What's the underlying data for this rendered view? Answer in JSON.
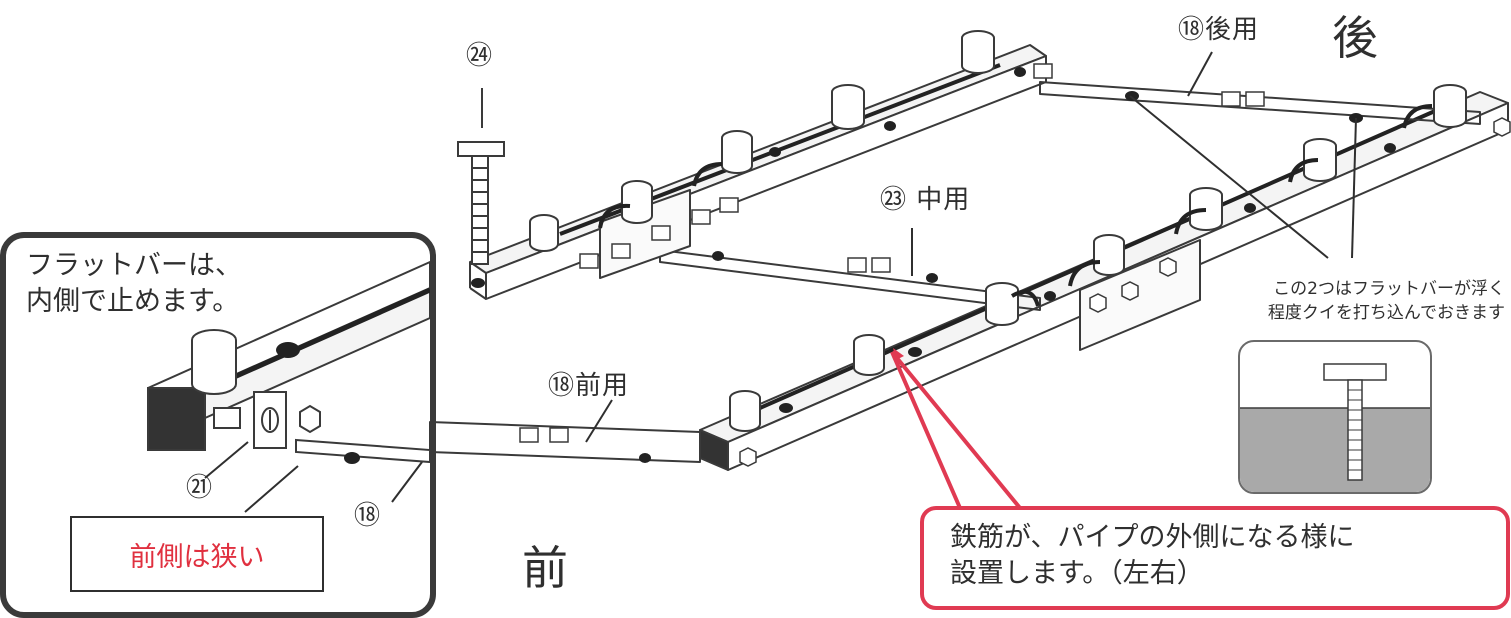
{
  "labels": {
    "part24": "㉔",
    "part18_rear": "⑱後用",
    "rear": "後",
    "part23_mid": "㉓ 中用",
    "part18_front": "⑱前用",
    "front": "前",
    "part21": "㉑",
    "part18": "⑱"
  },
  "inset": {
    "line1": "フラットバーは、",
    "line2": "内側で止めます。",
    "front_narrow": "前側は狭い"
  },
  "note": {
    "line1": "この2つはフラットバーが浮く",
    "line2": "程度クイを打ち込んでおきます"
  },
  "callout": {
    "line1": "鉄筋が、パイプの外側になる様に",
    "line2": "設置します。（左右）"
  },
  "colors": {
    "ink": "#2f2f2f",
    "accent_red": "#e03a52",
    "soil_gray": "#a9a9a9"
  }
}
